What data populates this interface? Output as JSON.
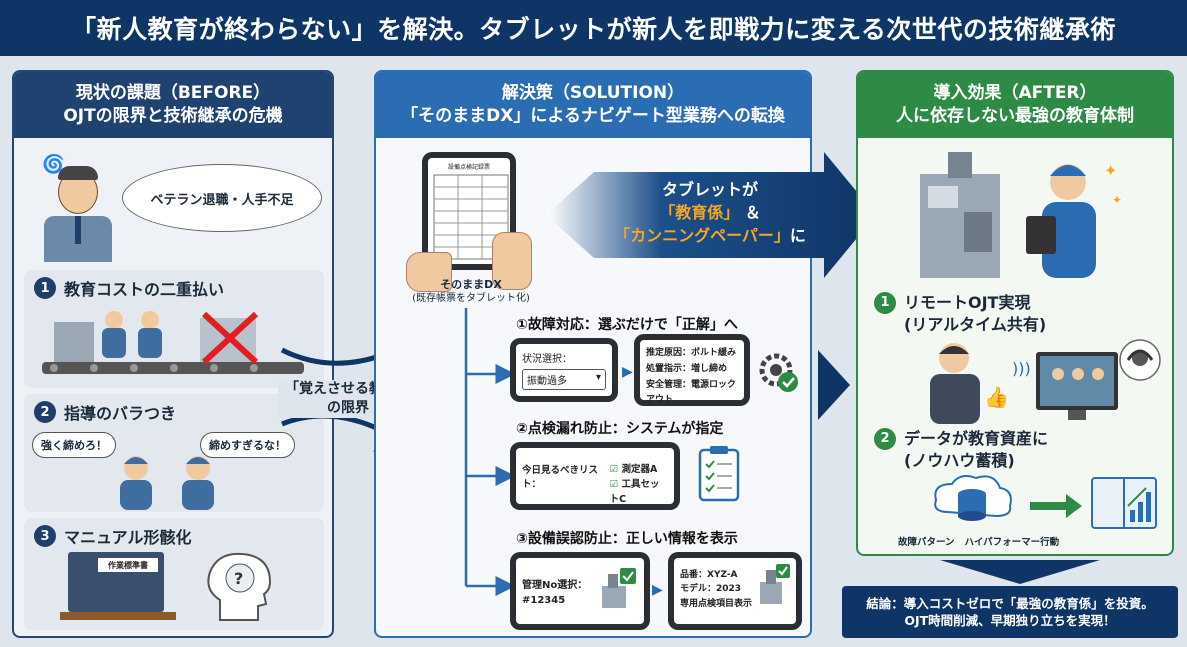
{
  "banner": {
    "title": "「新人教育が終わらない」を解決。タブレットが新人を即戦力に変える次世代の技術継承術"
  },
  "before": {
    "heading_line1": "現状の課題（BEFORE）",
    "heading_line2": "OJTの限界と技術継承の危機",
    "bubble": "ベテラン退職・人手不足",
    "item1": {
      "num": "1",
      "title": "教育コストの二重払い"
    },
    "item2": {
      "num": "2",
      "title": "指導のバラつき",
      "speech_left": "強く締めろ！",
      "speech_right": "締めすぎるな！"
    },
    "item3": {
      "num": "3",
      "title": "マニュアル形骸化",
      "binder_label": "作業標準書"
    }
  },
  "middle": {
    "label_line1": "「覚えさせる教育」",
    "label_line2": "の限界"
  },
  "solution": {
    "heading_line1": "解決策（SOLUTION）",
    "heading_line2": "「そのままDX」によるナビゲート型業務への転換",
    "tablet_form_title": "設備点検記録票",
    "tablet_caption_line1": "そのままDX",
    "tablet_caption_line2": "(既存帳票をタブレット化)",
    "arrow_line1": "タブレットが",
    "arrow_line2a": "「教育係」",
    "arrow_line2b": "＆",
    "arrow_line3a": "「カンニングペーパー」",
    "arrow_line3b": "に",
    "step1": {
      "title": "①故障対応：選ぶだけで「正解」へ",
      "select_label": "状況選択：",
      "select_value": "振動過多",
      "r1": "推定原因：ボルト緩み",
      "r2": "処置指示：増し締め",
      "r3": "安全管理：電源ロックアウト"
    },
    "step2": {
      "title": "②点検漏れ防止：システムが指定",
      "list_label": "今日見るべきリスト：",
      "item1": "測定器A",
      "item2": "工具セットC"
    },
    "step3": {
      "title": "③設備誤認防止：正しい情報を表示",
      "sel_label": "管理No選択：",
      "sel_value": "#12345",
      "r1": "品番：XYZ-A",
      "r2": "モデル：2023",
      "r3": "専用点検項目表示"
    }
  },
  "after": {
    "heading_line1": "導入効果（AFTER）",
    "heading_line2": "人に依存しない最強の教育体制",
    "item1": {
      "num": "1",
      "line1": "リモートOJT実現",
      "line2": "(リアルタイム共有)"
    },
    "item2": {
      "num": "2",
      "line1": "データが教育資産に",
      "line2": "(ノウハウ蓄積)",
      "cap_left": "故障パターン",
      "cap_right": "ハイパフォーマー行動"
    }
  },
  "conclusion": {
    "line1": "結論：導入コストゼロで「最強の教育係」を投資。",
    "line2": "OJT時間削減、早期独り立ちを実現！"
  },
  "colors": {
    "navy": "#0f3566",
    "blue": "#2a6db3",
    "green": "#2e8b46",
    "accent_orange": "#f5a623"
  }
}
